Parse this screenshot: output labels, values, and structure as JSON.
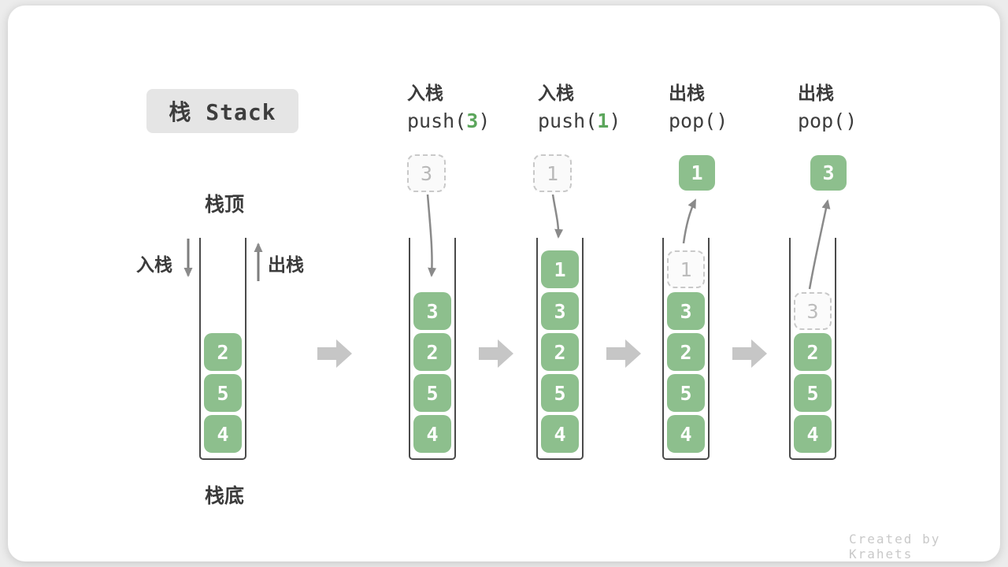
{
  "page": {
    "watermark": "Created by Krahets"
  },
  "header": {
    "title": "栈 Stack"
  },
  "diagram_labels": {
    "stack_top": "栈顶",
    "stack_bottom": "栈底",
    "push_side": "入栈",
    "pop_side": "出栈"
  },
  "operations": [
    {
      "label": "入栈",
      "code_pre": "push(",
      "code_arg": "3",
      "code_post": ")"
    },
    {
      "label": "入栈",
      "code_pre": "push(",
      "code_arg": "1",
      "code_post": ")"
    },
    {
      "label": "出栈",
      "code_pre": "pop(",
      "code_arg": "",
      "code_post": ")"
    },
    {
      "label": "出栈",
      "code_pre": "pop(",
      "code_arg": "",
      "code_post": ")"
    }
  ],
  "stacks": [
    {
      "cells": [
        "2",
        "5",
        "4"
      ]
    },
    {
      "incoming": "3",
      "cells": [
        "3",
        "2",
        "5",
        "4"
      ]
    },
    {
      "incoming": "1",
      "cells": [
        "1",
        "3",
        "2",
        "5",
        "4"
      ]
    },
    {
      "outgoing": "1",
      "ghost": "1",
      "cells": [
        "3",
        "2",
        "5",
        "4"
      ]
    },
    {
      "outgoing": "3",
      "ghost": "3",
      "cells": [
        "2",
        "5",
        "4"
      ]
    }
  ],
  "colors": {
    "block_green": "#8dbf8d",
    "code_arg_green": "#5ca65c",
    "curve_arrow_gray": "#8a8a8a",
    "flow_arrow_gray": "#c6c6c6",
    "container_stroke": "#4a4a4a",
    "badge_bg": "#e5e5e5"
  }
}
